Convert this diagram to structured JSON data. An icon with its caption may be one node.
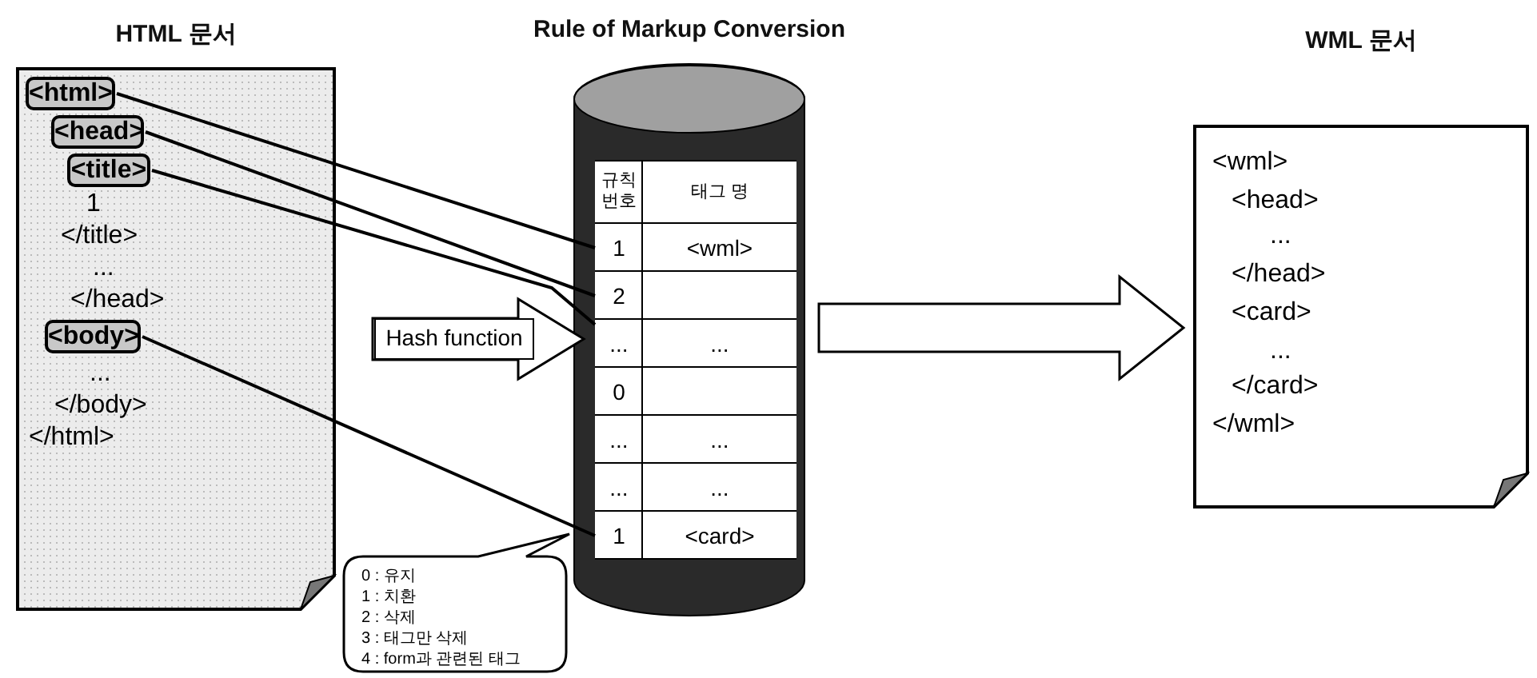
{
  "diagram": {
    "nodes": [
      {
        "text": [
          "HTML 문서",
          "1",
          "</title>",
          "...",
          "</head>",
          "...",
          "</body>",
          "</html>"
        ]
      },
      {
        "text": [
          "<html>"
        ],
        "in": 0
      },
      {
        "text": [
          "<head>"
        ],
        "in": 0
      },
      {
        "text": [
          "<title>"
        ],
        "in": 0
      },
      {
        "text": [
          "<body>"
        ],
        "in": 0
      },
      {
        "text": [
          "Rule of Markup Conversion"
        ]
      },
      {
        "text": [
          "규칙 번호",
          "태그 명"
        ],
        "in": 5
      },
      {
        "text": [
          "1",
          "<wml>"
        ],
        "in": 5
      },
      {
        "text": [
          "2"
        ],
        "in": 5
      },
      {
        "text": [
          "...",
          "..."
        ],
        "in": 5
      },
      {
        "text": [
          "0"
        ],
        "in": 5
      },
      {
        "text": [
          "...",
          "..."
        ],
        "in": 5
      },
      {
        "text": [
          "...",
          "..."
        ],
        "in": 5
      },
      {
        "text": [
          "1",
          "<card>"
        ],
        "in": 5
      },
      {
        "text": [
          "Hash function"
        ]
      },
      {
        "text": [
          "0 : 유지",
          "1 : 치환",
          "2 : 삭제",
          "3 : 태그만 삭제",
          "4 : form과 관련된 태그"
        ]
      },
      {
        "text": [
          "WML 문서",
          "<wml>",
          "<head>",
          "...",
          "</head>",
          "<card>",
          "...",
          "</card>",
          "</wml>"
        ]
      }
    ],
    "edges": [
      {
        "from": 1,
        "to": 7,
        "arrow": "none"
      },
      {
        "from": 2,
        "to": 8,
        "arrow": "none"
      },
      {
        "from": 3,
        "to": 9,
        "arrow": "none"
      },
      {
        "from": 4,
        "to": 13,
        "arrow": "none"
      },
      {
        "from": 5,
        "to": 16,
        "arrow": "to",
        "style": "thick"
      }
    ]
  }
}
